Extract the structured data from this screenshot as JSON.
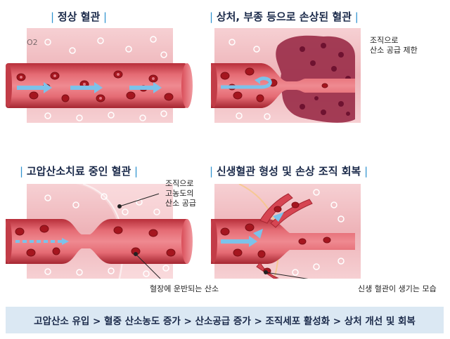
{
  "panels": [
    {
      "id": "normal",
      "title": "정상 혈관",
      "o2_label": "O2"
    },
    {
      "id": "injured",
      "title": "상처, 부종 등으로 손상된 혈관",
      "annotation": [
        "조직으로",
        "산소 공급 제한"
      ]
    },
    {
      "id": "hyperbaric",
      "title": "고압산소치료 중인 혈관",
      "annotation_top": [
        "조직으로",
        "고농도의",
        "산소 공급"
      ],
      "annotation_bottom": "혈장에 운반되는 산소"
    },
    {
      "id": "regeneration",
      "title": "신생혈관 형성 및 손상 조직 회복",
      "annotation": "신생 혈관이 생기는 모습"
    }
  ],
  "process_flow": "고압산소 유입 > 혈중 산소농도 증가 > 산소공급 증가 > 조직세포 활성화 > 상처 개선 및 회복",
  "colors": {
    "title_accent": "#2f93cf",
    "title_text": "#1b2a4a",
    "tissue_bg": "#f2c3c7",
    "vessel_wall": "#c93a45",
    "vessel_inner": "#e2616b",
    "red_blood_cell": "#a5161f",
    "oxygen_arrow": "#7cc2ea",
    "damaged_tissue": "#9b2f4a",
    "flow_bar_bg": "#dbe8f3"
  }
}
